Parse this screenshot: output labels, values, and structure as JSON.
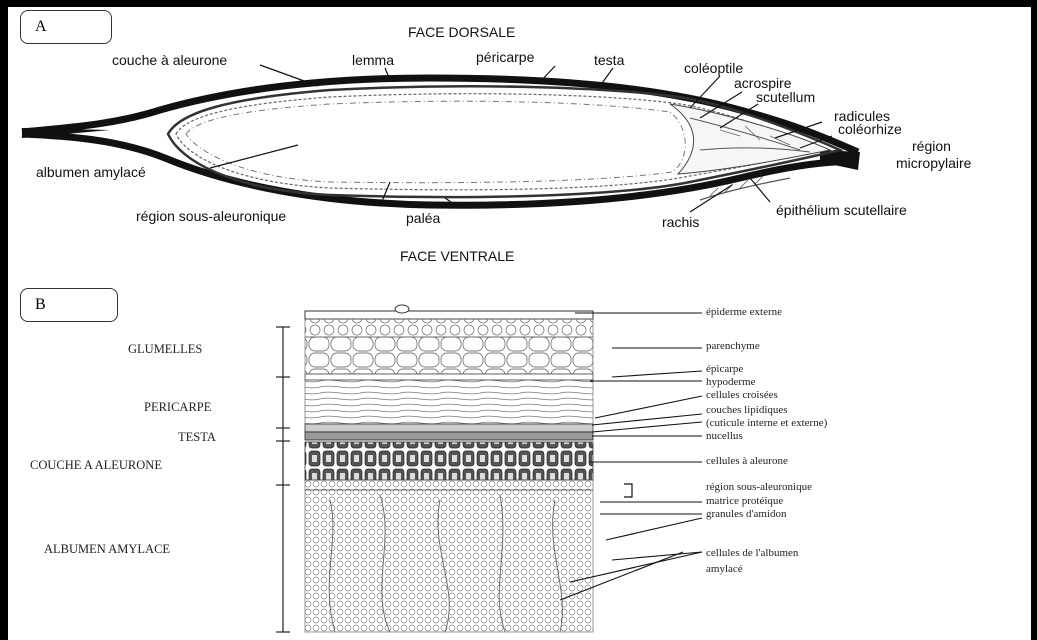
{
  "panelA": {
    "tag": "A",
    "face_dorsale": "FACE DORSALE",
    "face_ventrale": "FACE VENTRALE",
    "labels": {
      "couche_aleurone": "couche à aleurone",
      "lemma": "lemma",
      "pericarpe": "péricarpe",
      "testa": "testa",
      "coleoptile": "coléoptile",
      "acrospire": "acrospire",
      "scutellum": "scutellum",
      "radicules": "radicules",
      "coleorhize": "coléorhize",
      "region_micropylaire_1": "région",
      "region_micropylaire_2": "micropylaire",
      "albumen": "albumen amylacé",
      "region_sous_aleuronique": "région sous-aleuronique",
      "palea": "paléa",
      "rachis": "rachis",
      "epithelium": "épithélium scutellaire"
    }
  },
  "panelB": {
    "tag": "B",
    "left_labels": {
      "glumelles": "GLUMELLES",
      "pericarpe": "PERICARPE",
      "testa": "TESTA",
      "couche_aleurone": "COUCHE A ALEURONE",
      "albumen": "ALBUMEN AMYLACE"
    },
    "right_labels": {
      "epiderme": "épiderme externe",
      "parenchyme": "parenchyme",
      "epicarpe": "épicarpe",
      "hypoderme": "hypoderme",
      "cellules_croisees": "cellules croisées",
      "couches_lipidiques_1": "couches lipidiques",
      "couches_lipidiques_2": "(cuticule interne et externe)",
      "nucellus": "nucellus",
      "cellules_aleurone": "cellules à aleurone",
      "region_sous_aleuronique": "région sous-aleuronique",
      "matrice": "matrice protéique",
      "granules": "granules d'amidon",
      "cellules_albumen_1": "cellules de l'albumen",
      "cellules_albumen_2": "amylacé"
    }
  }
}
